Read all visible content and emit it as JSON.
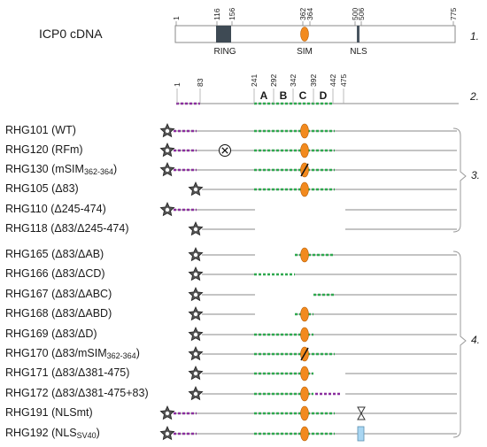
{
  "title": "ICP0 cDNA",
  "cdna": {
    "positions": [
      "1",
      "116",
      "156",
      "362",
      "364",
      "500",
      "506",
      "775"
    ],
    "domains": [
      "RING",
      "SIM",
      "NLS"
    ]
  },
  "schematic": {
    "positions": [
      "1",
      "83",
      "241",
      "292",
      "342",
      "392",
      "442",
      "475"
    ],
    "regions": [
      "A",
      "B",
      "C",
      "D"
    ]
  },
  "section_numbers": [
    "1.",
    "2.",
    "3.",
    "4."
  ],
  "constructs": [
    {
      "name": "RHG101",
      "detail": "(WT)",
      "subscript": "",
      "tail": ""
    },
    {
      "name": "RHG120",
      "detail": "(RFm)",
      "subscript": "",
      "tail": ""
    },
    {
      "name": "RHG130",
      "detail": "(mSIM",
      "subscript": "362-364",
      "tail": ")"
    },
    {
      "name": "RHG105",
      "detail": "(Δ83)",
      "subscript": "",
      "tail": ""
    },
    {
      "name": "RHG110",
      "detail": "(Δ245-474)",
      "subscript": "",
      "tail": ""
    },
    {
      "name": "RHG118",
      "detail": "(Δ83/Δ245-474)",
      "subscript": "",
      "tail": ""
    },
    {
      "name": "RHG165",
      "detail": "(Δ83/ΔAB)",
      "subscript": "",
      "tail": ""
    },
    {
      "name": "RHG166",
      "detail": "(Δ83/ΔCD)",
      "subscript": "",
      "tail": ""
    },
    {
      "name": "RHG167",
      "detail": "(Δ83/ΔABC)",
      "subscript": "",
      "tail": ""
    },
    {
      "name": "RHG168",
      "detail": "(Δ83/ΔABD)",
      "subscript": "",
      "tail": ""
    },
    {
      "name": "RHG169",
      "detail": "(Δ83/ΔD)",
      "subscript": "",
      "tail": ""
    },
    {
      "name": "RHG170",
      "detail": "(Δ83/mSIM",
      "subscript": "362-364",
      "tail": ")"
    },
    {
      "name": "RHG171",
      "detail": "(Δ83/Δ381-475)",
      "subscript": "",
      "tail": ""
    },
    {
      "name": "RHG172",
      "detail": "(Δ83/Δ381-475+83)",
      "subscript": "",
      "tail": ""
    },
    {
      "name": "RHG191",
      "detail": "(NLSmt)",
      "subscript": "",
      "tail": ""
    },
    {
      "name": "RHG192",
      "detail": "(NLS",
      "subscript": "SV40",
      "tail": ")"
    }
  ],
  "colors": {
    "line": "#8a8a8a",
    "purple": "#8b2f9e",
    "green": "#2fa84f",
    "sim": "#f28a1e",
    "ring_box": "#3e4a54",
    "nls_box": "#a9d6f2",
    "star": "#555555",
    "bracket": "#9a9a9a"
  },
  "icons": {
    "star": "star-icon",
    "ring_mutation": "circled-x-icon",
    "nls_mutation": "hourglass-x-icon",
    "sim_mutation": "slash-icon"
  }
}
